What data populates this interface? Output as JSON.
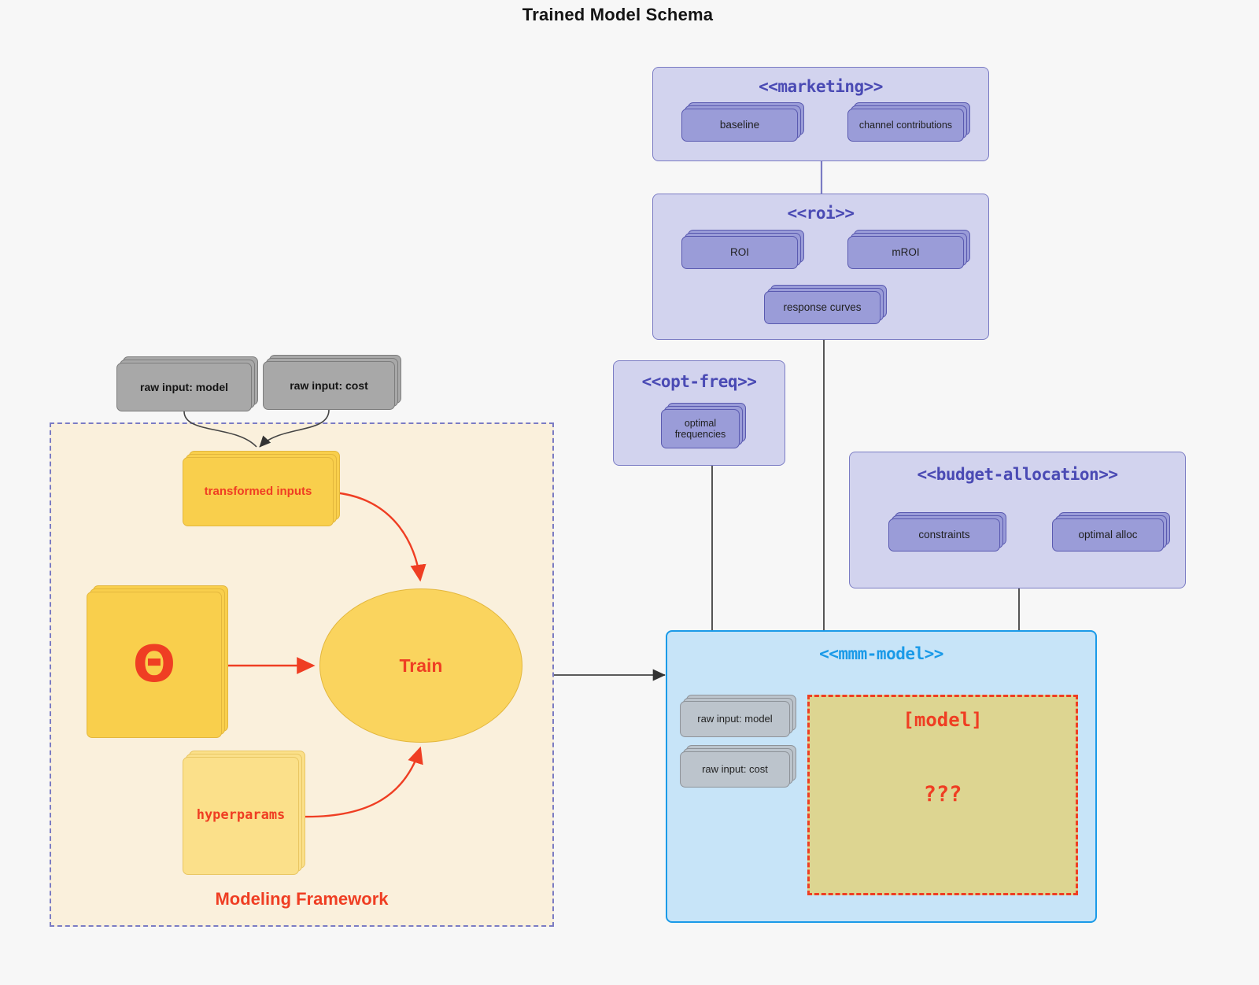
{
  "title": "Trained Model Schema",
  "colors": {
    "background": "#f7f7f7",
    "package_fill": "#d2d3ee",
    "package_stroke": "#7b7cc4",
    "package_title": "#4a4ab4",
    "component_fill": "#9a9cd8",
    "component_stroke": "#5a5ab0",
    "mmm_fill": "#c7e4f8",
    "mmm_stroke": "#1a9ae8",
    "accent_red": "#ef3e23",
    "framework_fill": "#faf0dc",
    "yellow_fill": "#f9cf4c",
    "yellow_lite_fill": "#fbe08a",
    "model_box_fill": "#ddd591",
    "gray_fill": "#a8a8a8",
    "gray_lite_fill": "#bcc4cc",
    "connector_gray": "#555555"
  },
  "framework": {
    "label": "Modeling Framework",
    "raw_inputs": [
      {
        "label": "raw input: model"
      },
      {
        "label": "raw input: cost"
      }
    ],
    "transformed_inputs": {
      "label": "transformed inputs"
    },
    "theta": {
      "glyph": "Θ",
      "name": "theta"
    },
    "hyperparams": {
      "label": "hyperparams"
    },
    "train": {
      "label": "Train"
    }
  },
  "packages": [
    {
      "id": "marketing",
      "title": "<<marketing>>",
      "components": [
        {
          "label": "baseline"
        },
        {
          "label": "channel contributions"
        }
      ],
      "relation": "bidirectional"
    },
    {
      "id": "roi",
      "title": "<<roi>>",
      "components": [
        {
          "label": "ROI"
        },
        {
          "label": "mROI"
        },
        {
          "label": "response curves"
        }
      ],
      "relation": "bidirectional"
    },
    {
      "id": "opt-freq",
      "title": "<<opt-freq>>",
      "components": [
        {
          "label": "optimal\nfrequencies",
          "line1": "optimal",
          "line2": "frequencies"
        }
      ]
    },
    {
      "id": "budget-allocation",
      "title": "<<budget-allocation>>",
      "components": [
        {
          "label": "constraints"
        },
        {
          "label": "optimal alloc"
        }
      ],
      "relation": "bidirectional"
    },
    {
      "id": "mmm-model",
      "title": "<<mmm-model>>",
      "datastores": [
        {
          "label": "raw input: model"
        },
        {
          "label": "raw input: cost"
        }
      ],
      "model_box": {
        "title": "[model]",
        "placeholder": "???"
      }
    }
  ],
  "icons": {
    "arrow_bidirectional": "double-arrow-icon",
    "arrow_flow": "arrow-right-icon"
  }
}
